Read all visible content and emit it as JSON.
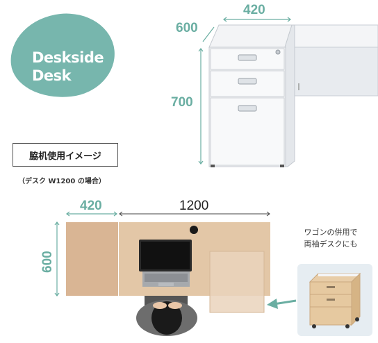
{
  "badge": {
    "line1": "Deskside",
    "line2": "Desk"
  },
  "dimensions_top": {
    "width": "420",
    "depth": "600",
    "height": "700"
  },
  "usage": {
    "title": "脇机使用イメージ",
    "note": "（デスク W1200 の場合）"
  },
  "dimensions_plan": {
    "side_width": "420",
    "desk_width": "1200",
    "depth": "600"
  },
  "wagon_note": {
    "line1": "ワゴンの併用で",
    "line2": "両袖デスクにも"
  },
  "colors": {
    "teal": "#77b6ad",
    "desk_wood": "#e3c7a7",
    "side_wood": "#d9b594",
    "arrow": "#6aaea2"
  }
}
